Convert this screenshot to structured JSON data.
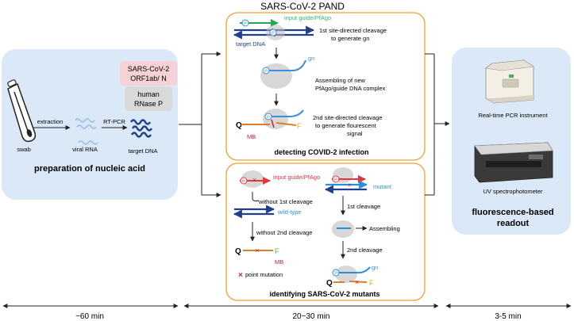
{
  "title": "SARS-CoV-2 PAND",
  "left": {
    "swab": "swab",
    "extraction": "extraction",
    "viral_rna": "viral RNA",
    "rt_pcr": "RT-PCR",
    "target_dna": "target DNA",
    "sars_line1": "SARS-CoV-2",
    "sars_line2": "ORF1ab/ N",
    "human_line1": "human",
    "human_line2": "RNase P",
    "caption": "preparation of nucleic acid",
    "colors": {
      "panel": "#dbe8f8",
      "sars_box": "#f6d2d6",
      "human_box": "#d9d9d9",
      "rna": "#9ec3e6",
      "dna": "#1f3e8c"
    }
  },
  "top_panel": {
    "input_guide": "input guide/PfAgo",
    "step1_line1": "1st site-directed cleavage",
    "step1_line2": "to generate gn",
    "target_dna": "target DNA",
    "gn": "gn",
    "assembly_line1": "Assembling of new",
    "assembly_line2": "PfAgo/guide DNA complex",
    "step2_line1": "2nd site-directed cleavage",
    "step2_line2": "to  generate flourescent",
    "step2_line3": "signal",
    "q": "Q",
    "f": "F",
    "mb": "MB",
    "caption": "detecting COVID-2 infection",
    "colors": {
      "border": "#f0a030",
      "guide": "#22aa55",
      "dna": "#1f3e8c",
      "gn": "#3a8fd8",
      "label_green": "#2eb872",
      "label_red": "#c0262d"
    }
  },
  "bottom_panel": {
    "input_guide": "input guide/PfAgo",
    "without_1st": "without 1st cleavage",
    "wild_type": "wild-type",
    "without_2nd": "without 2nd cleavage",
    "q": "Q",
    "f": "F",
    "mb": "MB",
    "point_mutation": "point mutation",
    "mutant": "mutant",
    "first_cleavage": "1st cleavage",
    "assembling": "Assembling",
    "second_cleavage": "2nd cleavage",
    "gn": "gn",
    "caption": "identifying SARS-CoV-2 mutants",
    "colors": {
      "guide": "#e8343a",
      "mutant": "#2a8fd6",
      "mutation": "#d3232a"
    }
  },
  "right": {
    "pcr": "Real-time PCR instrument",
    "uv": "UV spectrophotometer",
    "caption_line1": "fluorescence-based",
    "caption_line2": "readout",
    "colors": {
      "panel": "#dbe8f8"
    }
  },
  "timeline": {
    "left": "~60 min",
    "middle": "20~30 min",
    "right": "3-5 min"
  }
}
